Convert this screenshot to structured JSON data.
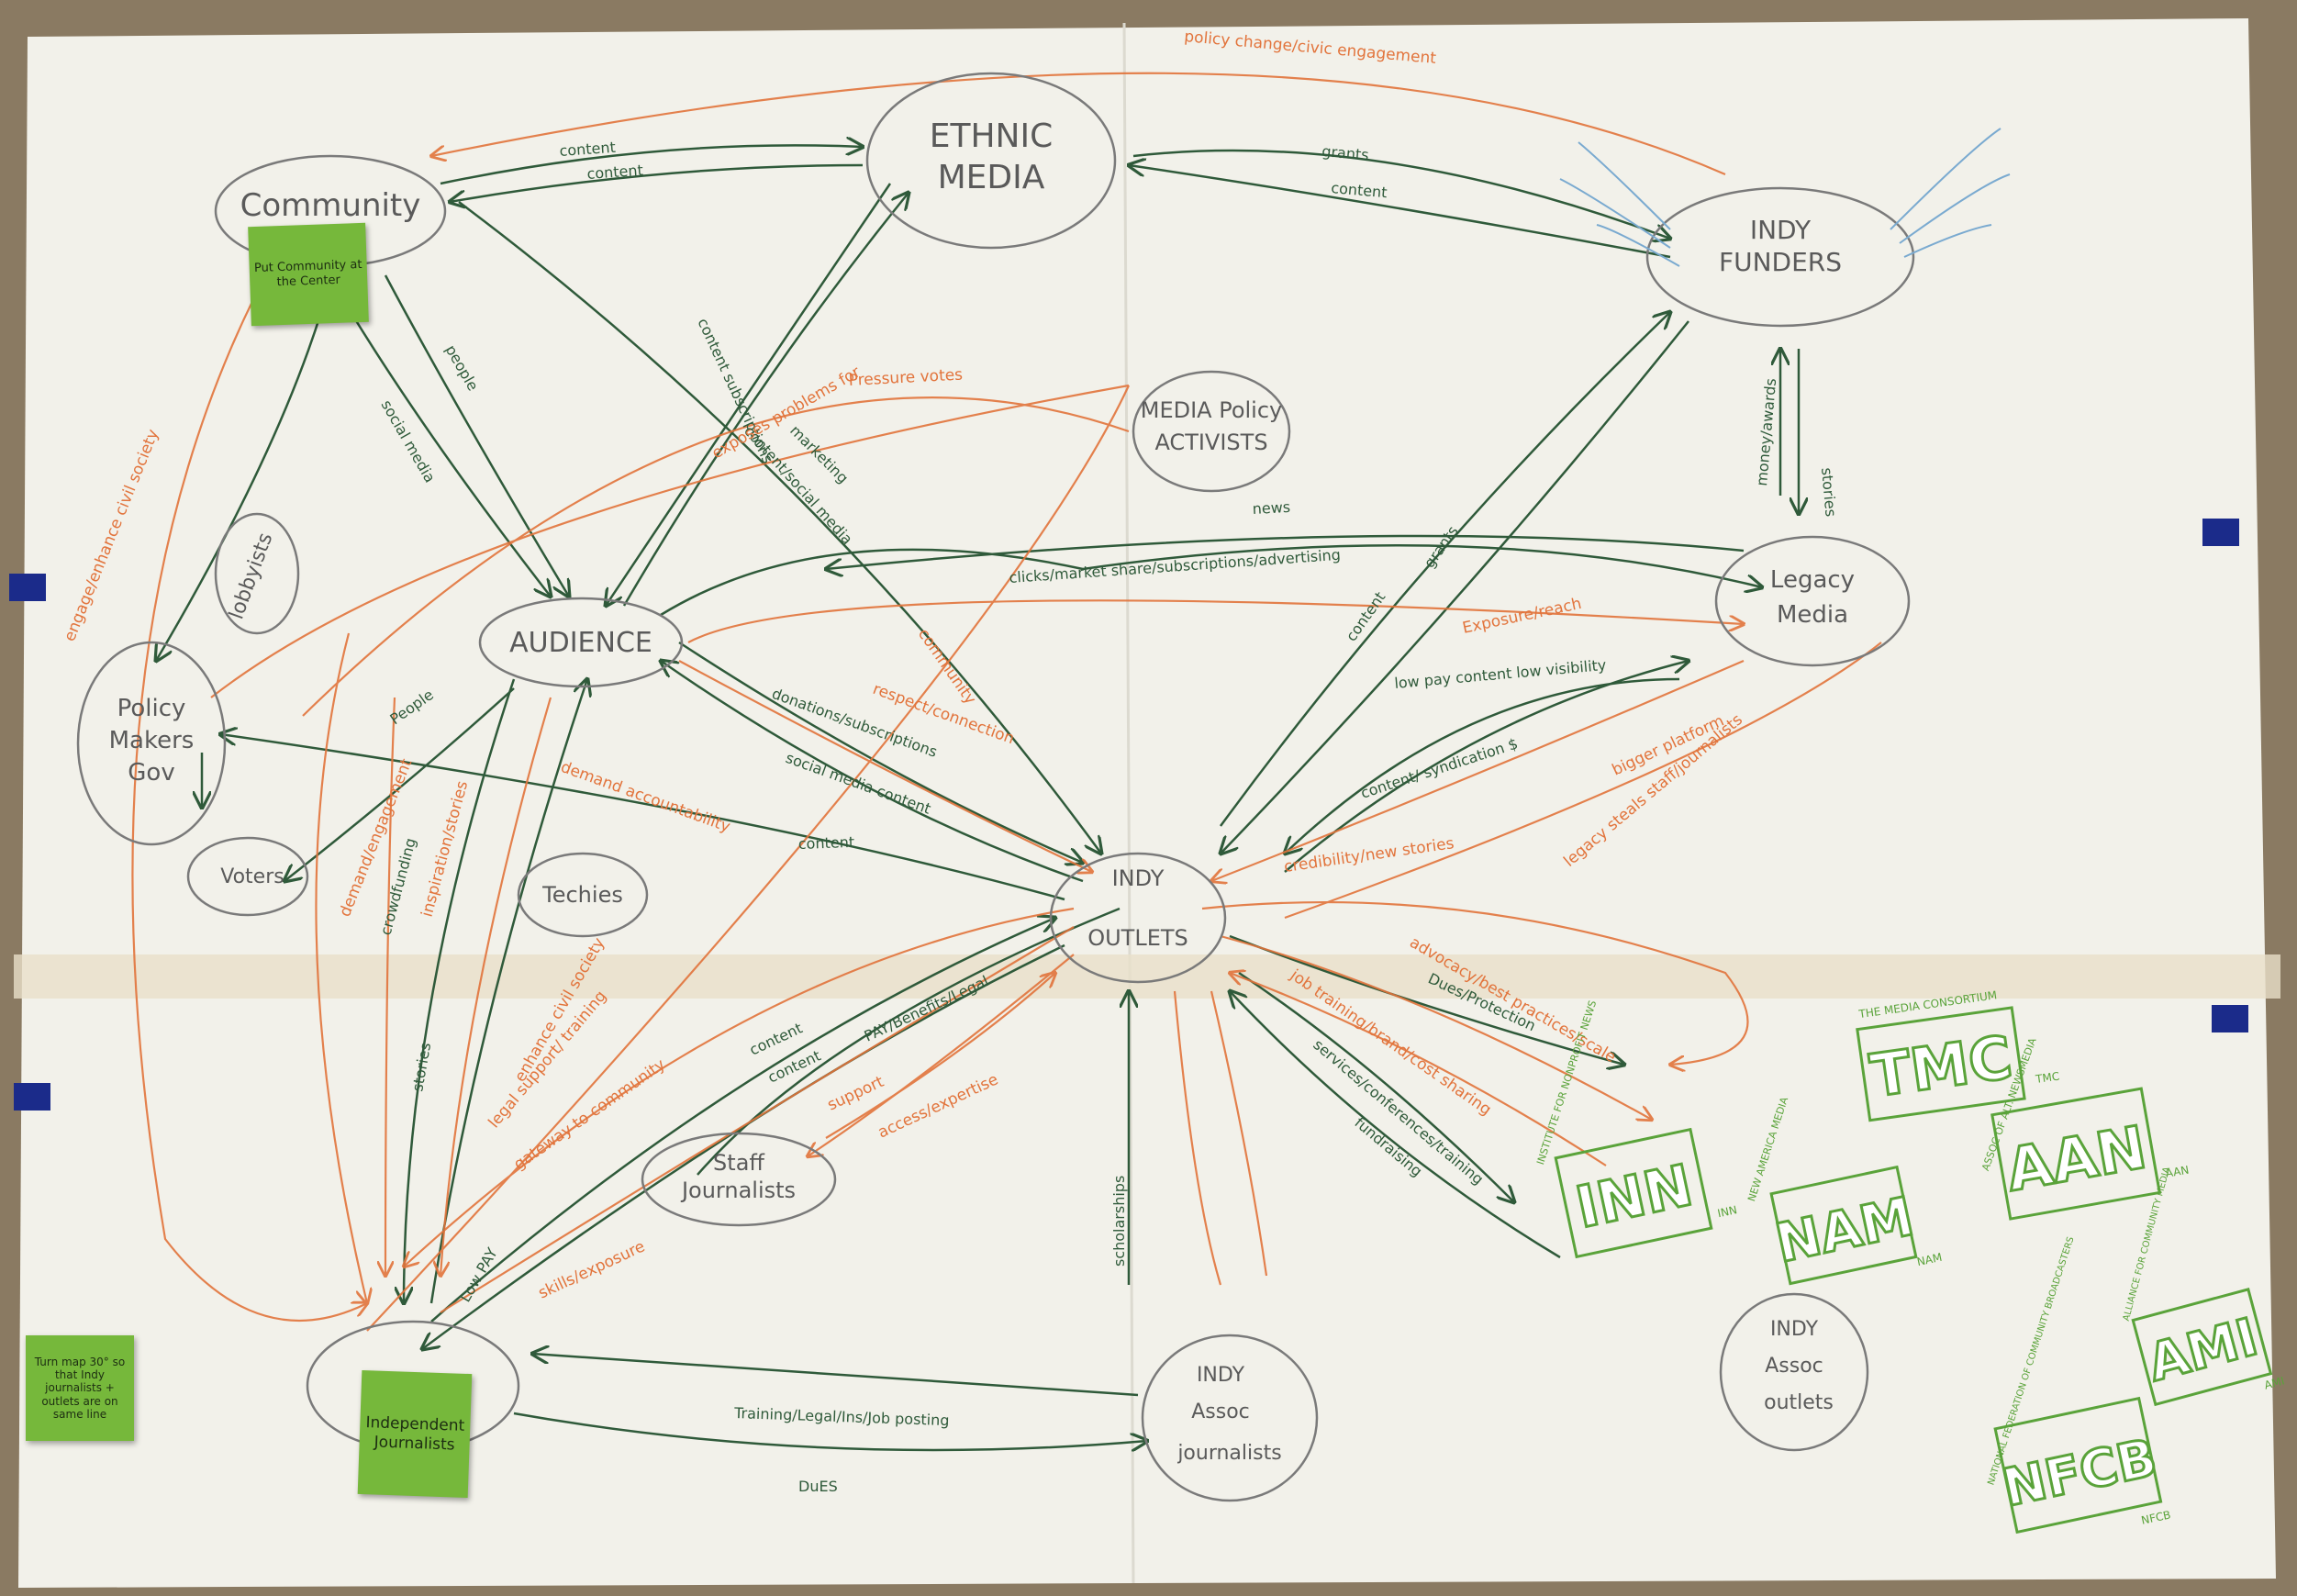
{
  "nodes": {
    "community": "Community",
    "ethnic_media": [
      "ETHNIC",
      "MEDIA"
    ],
    "indy_funders": [
      "INDY",
      "FUNDERS"
    ],
    "media_policy_activists": [
      "MEDIA Policy",
      "ACTIVISTS"
    ],
    "audience": "AUDIENCE",
    "lobbyists": "lobbyists",
    "policy_makers": [
      "Policy",
      "Makers",
      "Gov"
    ],
    "voters": "Voters",
    "techies": "Techies",
    "legacy_media": [
      "Legacy",
      "Media"
    ],
    "indy_outlets": [
      "INDY",
      "OUTLETS"
    ],
    "staff_journalists": [
      "Staff",
      "Journalists"
    ],
    "indy_assoc_journalists": [
      "INDY",
      "Assoc",
      "journalists"
    ],
    "indy_assoc_outlets": [
      "INDY",
      "Assoc",
      "outlets"
    ]
  },
  "stickies": {
    "community_center": "Put Community at the Center",
    "independent_journalists": "Independent Journalists",
    "turn_map": "Turn map 30° so that Indy journalists + outlets are on same line"
  },
  "labels_green": {
    "content_1": "content",
    "content_2": "content",
    "grants": "grants",
    "content_3": "content",
    "content_subscriptions": "content subscriptions",
    "people": "people",
    "social_media": "social media",
    "marketing": "marketing",
    "content_social_media": "content/social media",
    "news": "news",
    "clicks": "clicks/market share/subscriptions/advertising",
    "money_awards": "money/awards",
    "stories": "stories",
    "content_4": "content",
    "grants_2": "grants",
    "low_pay": "low pay content low visibility",
    "content_syndication": "content/ syndication $",
    "donations": "donations/subscriptions",
    "social_media_content": "social media content",
    "people_2": "People",
    "content_5": "content",
    "crowdfunding": "crowdfunding",
    "pay_benefits": "PAY/Benefits/Legal",
    "content_6": "content",
    "content_7": "content",
    "dues_protection": "Dues/Protection",
    "services": "services/conferences/training",
    "fundraising": "fundraising",
    "low_pay_2": "Low PAY",
    "training": "Training/Legal/Ins/Job posting",
    "dues": "DuES",
    "scholarships": "scholarships",
    "pressure_votes": "Pressure votes"
  },
  "labels_orange": {
    "policy_change": "policy change/civic engagement",
    "exposes": "exposes problems for",
    "engage": "engage/enhance civil society",
    "exposure": "Exposure/reach",
    "bigger_platform": "bigger platform",
    "legacy_steals": "legacy steals staff/journalists",
    "credibility": "credibility/new stories",
    "advocacy": "advocacy/best practices/scale",
    "job_training": "job training/brand/cost sharing",
    "respect": "respect/connection",
    "demand": "demand accountability",
    "demand_engagement": "demand/engagement",
    "inspiration": "inspiration/stories",
    "enhance_civil": "enhance civil society",
    "legal_support": "legal support/ training",
    "gateway": "gateway to community",
    "support": "support",
    "access_expertise": "access/expertise",
    "skills": "skills/exposure",
    "community_orange": "community"
  },
  "logos": {
    "tmc": {
      "letters": "TMC",
      "caption": "THE MEDIA CONSORTIUM",
      "tag": "TMC"
    },
    "inn": {
      "letters": "INN",
      "caption": "INSTITUTE FOR NONPROFIT NEWS",
      "tag": "INN"
    },
    "nam": {
      "letters": "NAM",
      "caption": "NEW AMERICA MEDIA",
      "tag": "NAM"
    },
    "aan": {
      "letters": "AAN",
      "caption": "ASSOC OF ALT. NEWSMEDIA",
      "tag": "AAN"
    },
    "ami": {
      "letters": "AMI",
      "caption": "ALLIANCE FOR COMMUNITY MEDIA",
      "tag": "AMI"
    },
    "nfcb": {
      "letters": "NFCB",
      "caption": "NATIONAL FEDERATION OF COMMUNITY BROADCASTERS",
      "tag": "NFCB"
    }
  },
  "colors": {
    "paper": "#f2f1ea",
    "green_ink": "#2f5a3a",
    "orange_ink": "#e2743c",
    "pencil": "#6a6a6a",
    "logo_green": "#5aa33a",
    "blue_tape": "#1b2b8a"
  }
}
